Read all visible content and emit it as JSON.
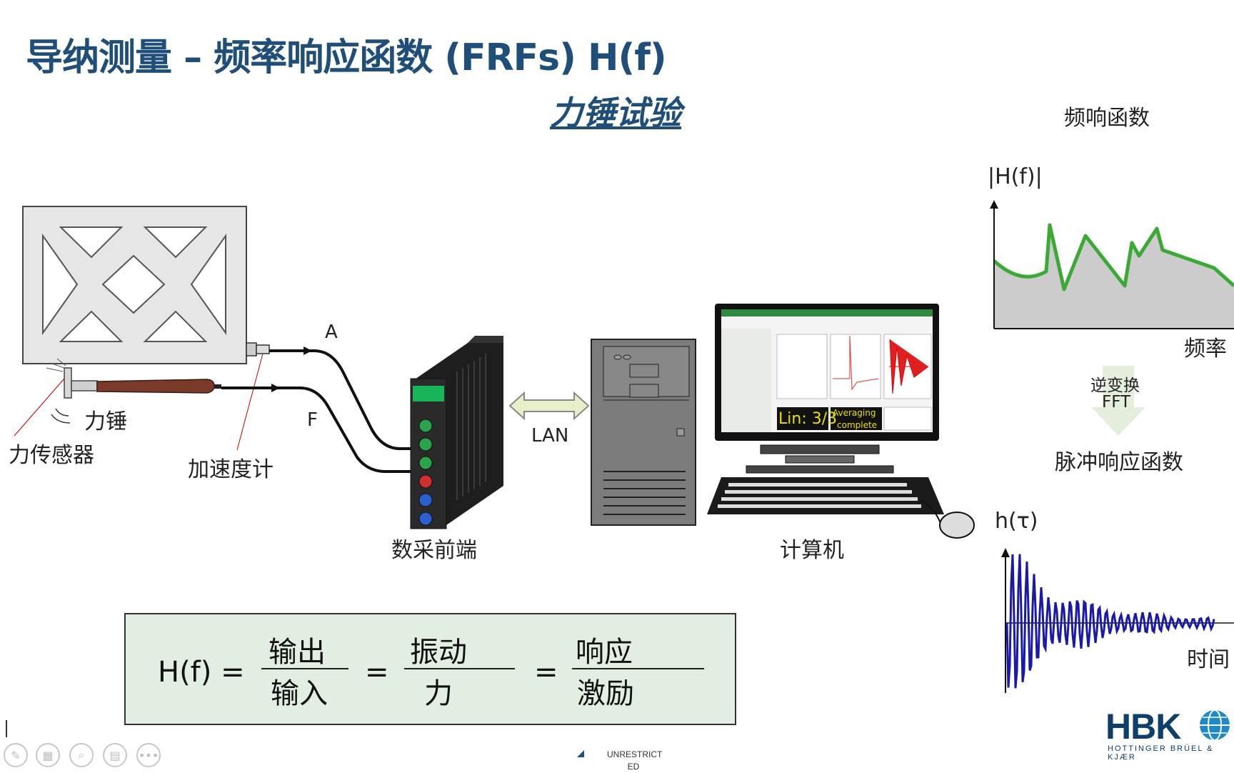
{
  "slide": {
    "title": "导纳测量 – 频率响应函数 (FRFs) H(f)",
    "subtitle": "力锤试验"
  },
  "diagram": {
    "force_sensor_label": "力传感器",
    "hammer_label": "力锤",
    "accelerometer_label": "加速度计",
    "signal_a": "A",
    "signal_f": "F",
    "frontend_label": "数采前端",
    "lan_label": "LAN",
    "computer_label": "计算机",
    "screen_lin": "Lin: 3/3",
    "screen_avg_1": "Averaging",
    "screen_avg_2": "complete"
  },
  "frf_panel": {
    "heading": "频响函数",
    "y_label": "|H(f)|",
    "x_label": "频率",
    "transform_line1": "逆变换",
    "transform_line2": "FFT",
    "impulse_heading": "脉冲响应函数",
    "impulse_y_label": "h(τ)",
    "impulse_x_label": "时间"
  },
  "formula": {
    "lhs": "H(f) =",
    "num1": "输出",
    "den1": "输入",
    "eq1": "=",
    "num2": "振动",
    "den2": "力",
    "eq2": "=",
    "num3": "响应",
    "den3": "激励"
  },
  "branding": {
    "logo": "HBK",
    "logo_sub": "HOTTINGER BRÜEL & KJÆR",
    "classification_1": "UNRESTRICT",
    "classification_2": "ED"
  },
  "toolbar": {
    "icons": [
      "pen-icon",
      "pages-icon",
      "zoom-icon",
      "subtitle-icon",
      "more-icon"
    ]
  },
  "colors": {
    "title": "#1f4e79",
    "frf_curve": "#3aaa35",
    "impulse_curve": "#1a1aa8",
    "formula_bg": "#e3eee2",
    "hammer_handle": "#7a3a2a"
  }
}
